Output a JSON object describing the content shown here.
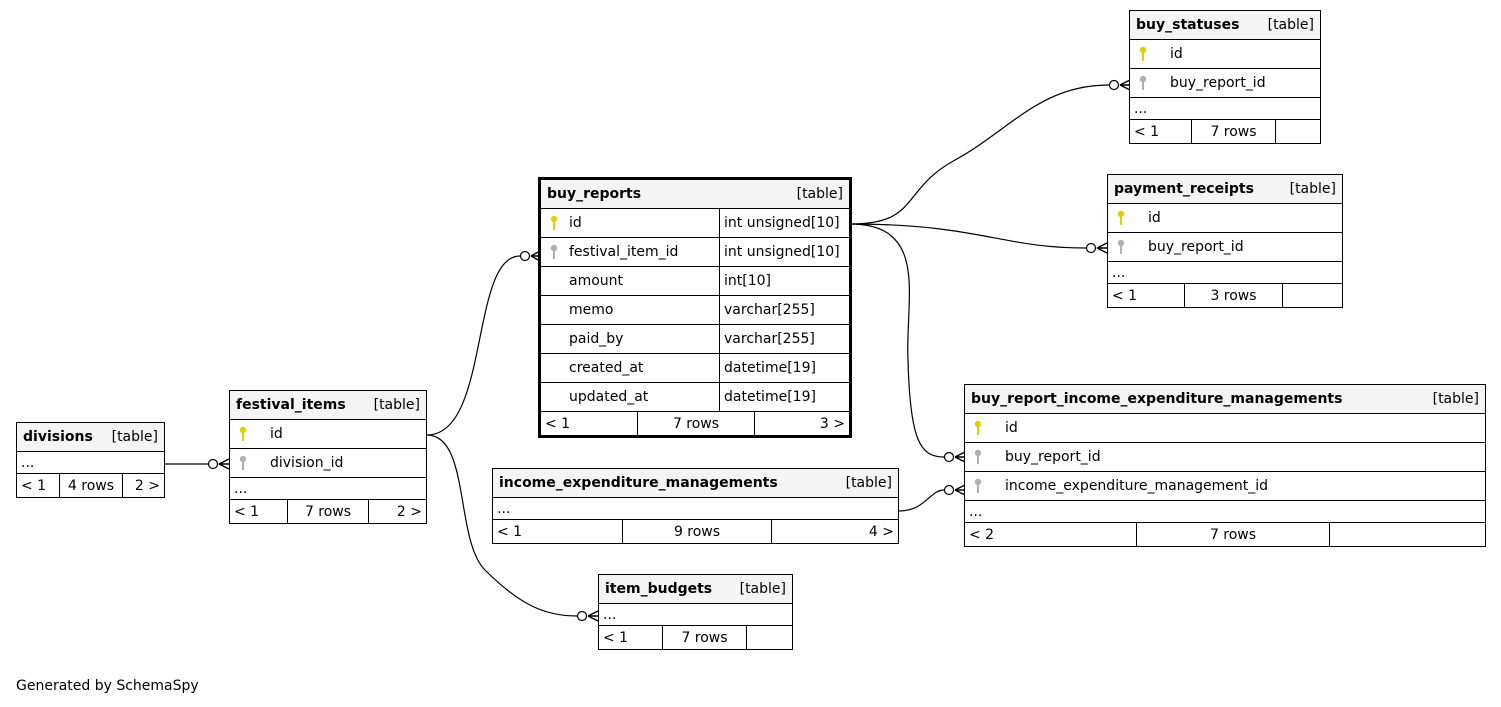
{
  "tables": {
    "buy_statuses": {
      "name": "buy_statuses",
      "type": "[table]",
      "columns": [
        {
          "name": "id",
          "key": "pk"
        },
        {
          "name": "buy_report_id",
          "key": "fk"
        }
      ],
      "ellipsis": "...",
      "footer": {
        "parents": "< 1",
        "rows": "7 rows",
        "children": ""
      }
    },
    "payment_receipts": {
      "name": "payment_receipts",
      "type": "[table]",
      "columns": [
        {
          "name": "id",
          "key": "pk"
        },
        {
          "name": "buy_report_id",
          "key": "fk"
        }
      ],
      "ellipsis": "...",
      "footer": {
        "parents": "< 1",
        "rows": "3 rows",
        "children": ""
      }
    },
    "buy_reports": {
      "name": "buy_reports",
      "type": "[table]",
      "columns": [
        {
          "name": "id",
          "key": "pk",
          "datatype": "int unsigned[10]"
        },
        {
          "name": "festival_item_id",
          "key": "fk",
          "datatype": "int unsigned[10]"
        },
        {
          "name": "amount",
          "key": "",
          "datatype": "int[10]"
        },
        {
          "name": "memo",
          "key": "",
          "datatype": "varchar[255]"
        },
        {
          "name": "paid_by",
          "key": "",
          "datatype": "varchar[255]"
        },
        {
          "name": "created_at",
          "key": "",
          "datatype": "datetime[19]"
        },
        {
          "name": "updated_at",
          "key": "",
          "datatype": "datetime[19]"
        }
      ],
      "footer": {
        "parents": "< 1",
        "rows": "7 rows",
        "children": "3 >"
      }
    },
    "divisions": {
      "name": "divisions",
      "type": "[table]",
      "ellipsis": "...",
      "footer": {
        "parents": "< 1",
        "rows": "4 rows",
        "children": "2 >"
      }
    },
    "festival_items": {
      "name": "festival_items",
      "type": "[table]",
      "columns": [
        {
          "name": "id",
          "key": "pk"
        },
        {
          "name": "division_id",
          "key": "fk"
        }
      ],
      "ellipsis": "...",
      "footer": {
        "parents": "< 1",
        "rows": "7 rows",
        "children": "2 >"
      }
    },
    "income_expenditure_managements": {
      "name": "income_expenditure_managements",
      "type": "[table]",
      "ellipsis": "...",
      "footer": {
        "parents": "< 1",
        "rows": "9 rows",
        "children": "4 >"
      }
    },
    "buy_report_income_expenditure_managements": {
      "name": "buy_report_income_expenditure_managements",
      "type": "[table]",
      "columns": [
        {
          "name": "id",
          "key": "pk"
        },
        {
          "name": "buy_report_id",
          "key": "fk"
        },
        {
          "name": "income_expenditure_management_id",
          "key": "fk"
        }
      ],
      "ellipsis": "...",
      "footer": {
        "parents": "< 2",
        "rows": "7 rows",
        "children": ""
      }
    },
    "item_budgets": {
      "name": "item_budgets",
      "type": "[table]",
      "ellipsis": "...",
      "footer": {
        "parents": "< 1",
        "rows": "7 rows",
        "children": ""
      }
    }
  },
  "footer_text": "Generated by SchemaSpy",
  "colors": {
    "pk_key": "#e0d000",
    "fk_key": "#b0b0b0",
    "line": "#000000"
  }
}
